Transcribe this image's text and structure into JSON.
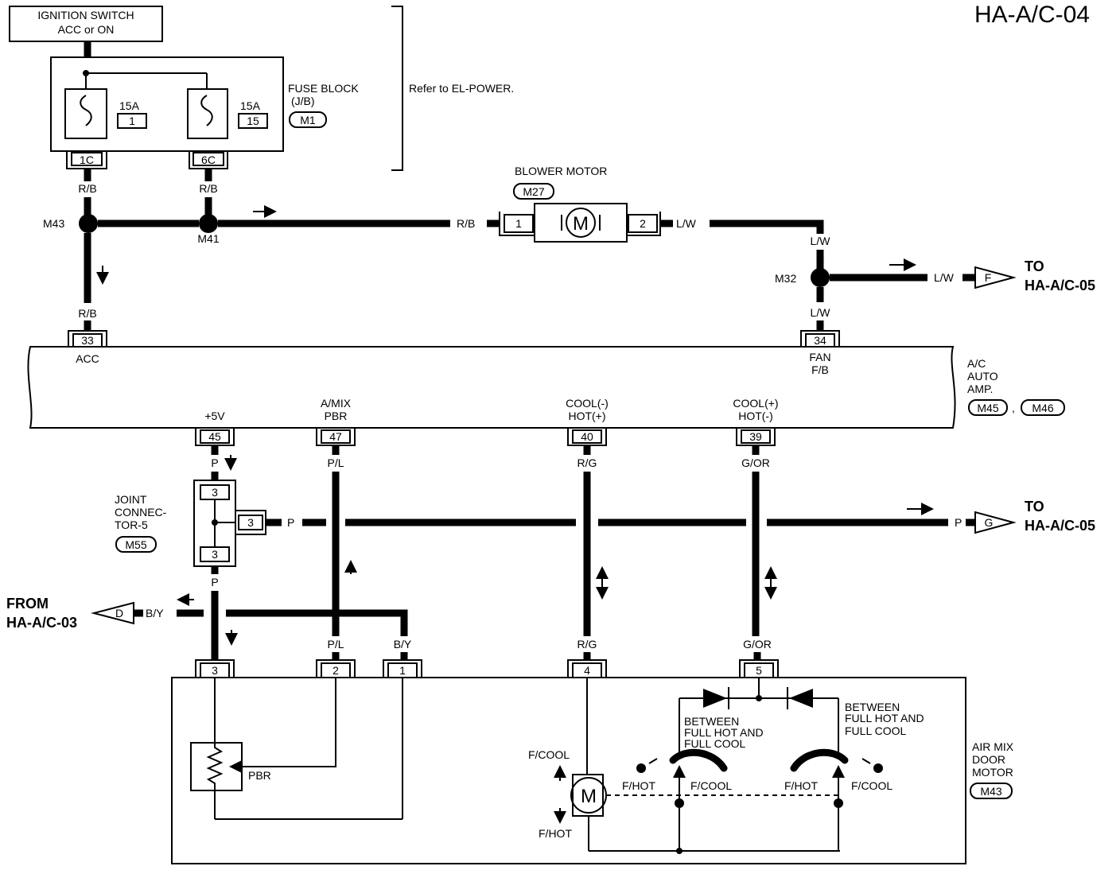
{
  "title": "HA-A/C-04",
  "ignition": {
    "line1": "IGNITION SWITCH",
    "line2": "ACC or ON"
  },
  "fuse_block": {
    "label1": "FUSE BLOCK",
    "label2": "(J/B)",
    "conn": "M1",
    "refer": "Refer to EL-POWER.",
    "fuses": [
      {
        "amps": "15A",
        "num": "1",
        "terminal": "1C"
      },
      {
        "amps": "15A",
        "num": "15",
        "terminal": "6C"
      }
    ]
  },
  "wires": {
    "rb": "R/B",
    "lw": "L/W",
    "p": "P",
    "pl": "P/L",
    "rg": "R/G",
    "gor": "G/OR",
    "by": "B/Y"
  },
  "splices": {
    "m43": "M43",
    "m41": "M41",
    "m32": "M32"
  },
  "blower": {
    "label": "BLOWER MOTOR",
    "conn": "M27",
    "pin1": "1",
    "pin2": "2",
    "symbol": "M"
  },
  "amp": {
    "label1": "A/C",
    "label2": "AUTO",
    "label3": "AMP.",
    "conn1": "M45",
    "conn2": "M46",
    "pins": {
      "p33": "33",
      "p33_label": "ACC",
      "p34": "34",
      "p34_label1": "FAN",
      "p34_label2": "F/B",
      "p45": "45",
      "p45_label": "+5V",
      "p47": "47",
      "p47_label1": "A/MIX",
      "p47_label2": "PBR",
      "p40": "40",
      "p40_label1": "COOL(-)",
      "p40_label2": "HOT(+)",
      "p39": "39",
      "p39_label1": "COOL(+)",
      "p39_label2": "HOT(-)"
    }
  },
  "joint": {
    "line1": "JOINT",
    "line2": "CONNEC-",
    "line3": "TOR-5",
    "conn": "M55",
    "pin": "3"
  },
  "offpage": {
    "to": "TO",
    "ref05": "HA-A/C-05",
    "from": "FROM",
    "ref03": "HA-A/C-03",
    "f": "F",
    "g": "G",
    "d": "D"
  },
  "motor_unit": {
    "label1": "AIR MIX",
    "label2": "DOOR",
    "label3": "MOTOR",
    "conn": "M43",
    "pins": [
      "3",
      "2",
      "1",
      "4",
      "5"
    ],
    "pbr": "PBR",
    "fcool": "F/COOL",
    "fhot": "F/HOT",
    "between1": "BETWEEN",
    "between2": "FULL HOT AND",
    "between3": "FULL COOL",
    "symbol": "M"
  }
}
